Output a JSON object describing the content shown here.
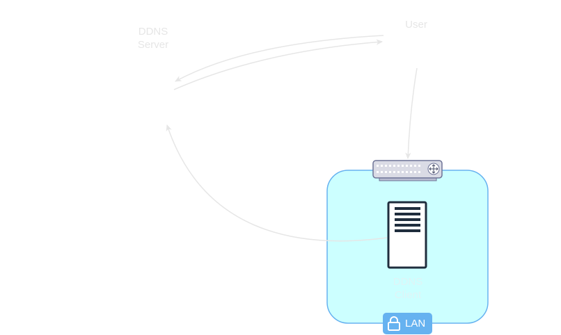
{
  "nodes": {
    "ddns_server": {
      "line1": "DDNS",
      "line2": "Server"
    },
    "user": {
      "label": "User"
    },
    "ddns_client": {
      "line1": "DDNS",
      "line2": "Client"
    }
  },
  "lan": {
    "label": "LAN"
  },
  "colors": {
    "edge": "#e6e6e6",
    "lan_fill": "#ccffff",
    "lan_stroke": "#66b2f0",
    "server_stroke": "#1f2d3d",
    "router_fill": "#dadbe5",
    "router_stroke": "#6d7396"
  },
  "icons": [
    "server-icon",
    "router-icon",
    "lock-icon"
  ]
}
